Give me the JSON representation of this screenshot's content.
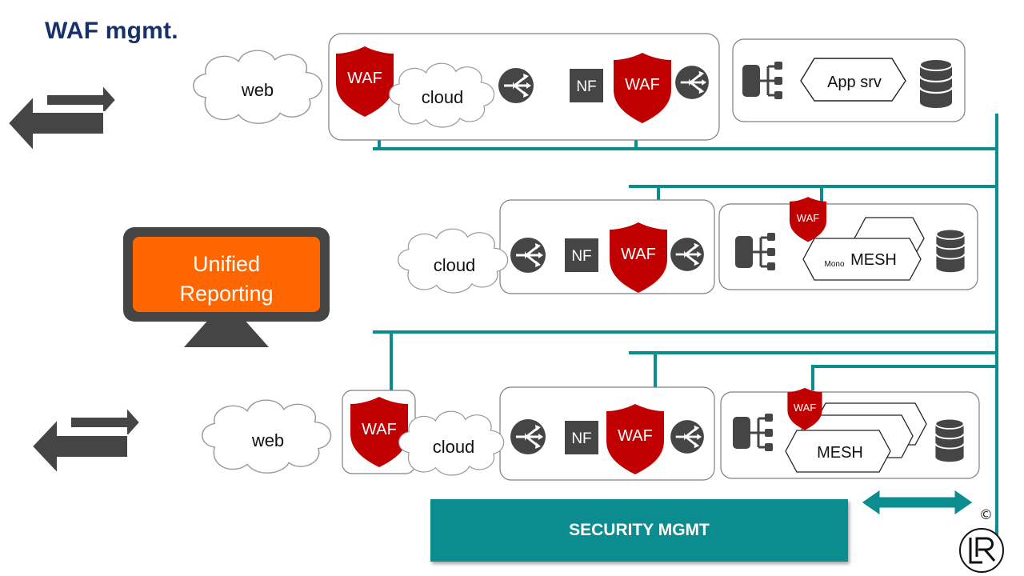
{
  "title": "WAF mgmt.",
  "monitor": {
    "line1": "Unified",
    "line2": "Reporting"
  },
  "security_mgmt": "SECURITY MGMT",
  "copyright": "©",
  "labels": {
    "waf": "WAF",
    "nf": "NF",
    "web": "web",
    "cloud": "cloud",
    "app_srv": "App srv",
    "mono": "Mono",
    "mesh": "MESH"
  },
  "colors": {
    "teal": "#0b8c8e",
    "waf_red": "#c00000",
    "dark_gray": "#454545",
    "monitor_orange": "#ff6600",
    "title_navy": "#17326b"
  }
}
